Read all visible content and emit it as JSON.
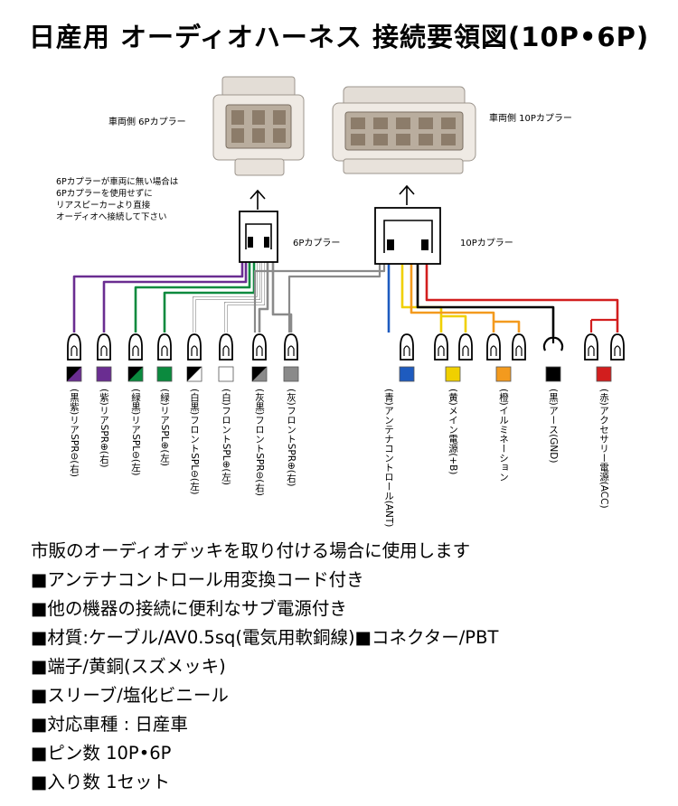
{
  "title": "日産用 オーディオハーネス 接続要領図(10P•6P)",
  "vehicle_6p_label": "車両側 6Pカプラー",
  "vehicle_10p_label": "車両側 10Pカプラー",
  "connector_6p_label": "6Pカプラー",
  "connector_10p_label": "10Pカプラー",
  "note_lines": [
    "6Pカプラーが車両に無い場合は",
    "6Pカプラーを使用せずに",
    "リアスピーカーより直接",
    "オーディオへ接続して下さい"
  ],
  "wires": [
    {
      "id": "w1",
      "label": "(黒紫)リアSPR⊖(右)",
      "color": "#6a2d91",
      "stripe": "#000000"
    },
    {
      "id": "w2",
      "label": "(紫)リアSPR⊕(右)",
      "color": "#6a2d91",
      "stripe": ""
    },
    {
      "id": "w3",
      "label": "(緑黒)リアSPL⊖(左)",
      "color": "#0b8a3e",
      "stripe": "#000000"
    },
    {
      "id": "w4",
      "label": "(緑)リアSPL⊕(左)",
      "color": "#0b8a3e",
      "stripe": ""
    },
    {
      "id": "w5",
      "label": "(白黒)フロントSPL⊖(左)",
      "color": "#ffffff",
      "stripe": "#000000"
    },
    {
      "id": "w6",
      "label": "(白)フロントSPL⊕(左)",
      "color": "#ffffff",
      "stripe": ""
    },
    {
      "id": "w7",
      "label": "(灰黒)フロントSPR⊖(右)",
      "color": "#8a8a8a",
      "stripe": "#000000"
    },
    {
      "id": "w8",
      "label": "(灰)フロントSPR⊕(右)",
      "color": "#8a8a8a",
      "stripe": ""
    },
    {
      "id": "w9",
      "label": "(青)アンテナコントロール(ANT)",
      "color": "#1e5bbf",
      "stripe": ""
    },
    {
      "id": "w10",
      "label": "(黄)メイン電源(+B)",
      "color": "#f0d000",
      "stripe": ""
    },
    {
      "id": "w11",
      "label": "(橙)イルミネーション",
      "color": "#f39a1e",
      "stripe": ""
    },
    {
      "id": "w12",
      "label": "(黒)アース(GND)",
      "color": "#000000",
      "stripe": ""
    },
    {
      "id": "w13",
      "label": "(赤)アクセサリー電源(ACC)",
      "color": "#d21e1e",
      "stripe": ""
    }
  ],
  "features": [
    "市販のオーディオデッキを取り付ける場合に使用します",
    "■アンテナコントロール用変換コード付き",
    "■他の機器の接続に便利なサブ電源付き",
    "■材質:ケーブル/AV0.5sq(電気用軟銅線)■コネクター/PBT",
    "■端子/黄銅(スズメッキ)",
    "■スリーブ/塩化ビニール",
    "■対応車種 : 日産車",
    "■ピン数 10P•6P",
    "■入り数 1セット"
  ]
}
